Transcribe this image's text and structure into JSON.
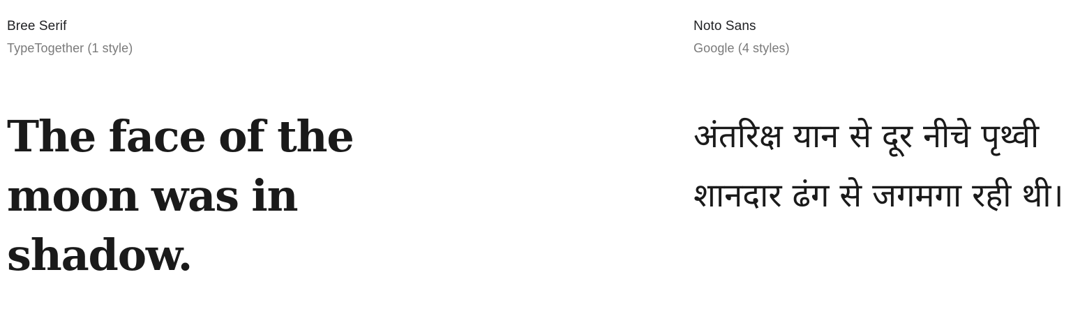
{
  "theme": {
    "background": "#ffffff",
    "title_color": "#202124",
    "foundry_color": "#7a7a7a",
    "sample_color": "#1a1a1a"
  },
  "columns": [
    {
      "name": "Bree Serif",
      "foundry": "TypeTogether (1 style)",
      "sample": "The face of the moon was in shadow.",
      "script": "latin"
    },
    {
      "name": "Noto Sans",
      "foundry": "Google (4 styles)",
      "sample": "अंतरिक्ष यान से दूर नीचे पृथ्वी शानदार ढंग से जगमगा रही थी।",
      "script": "devanagari"
    }
  ]
}
